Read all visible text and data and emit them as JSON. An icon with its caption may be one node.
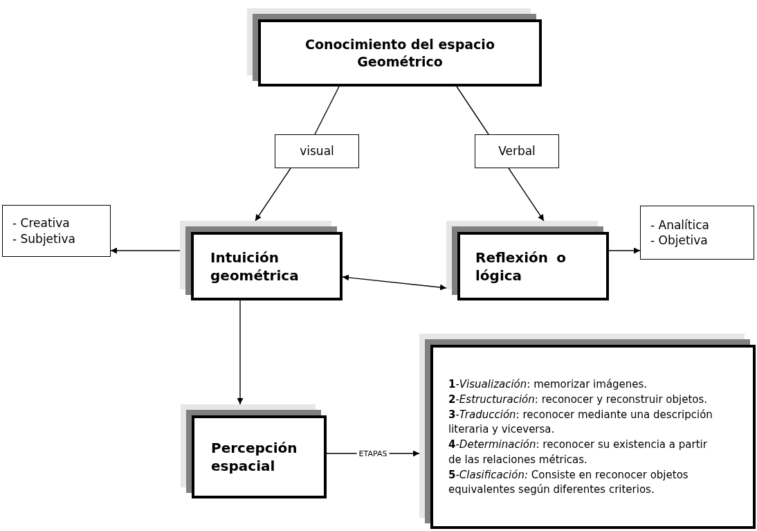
{
  "diagram": {
    "nodes": [
      {
        "text": [
          "Conocimiento del espacio Geométrico"
        ]
      },
      {
        "text": [
          "visual"
        ]
      },
      {
        "text": [
          "Verbal"
        ]
      },
      {
        "text": [
          "- Creativa",
          "- Subjetiva"
        ]
      },
      {
        "text": [
          "Intuición geométrica"
        ]
      },
      {
        "text": [
          "Reflexión o lógica"
        ]
      },
      {
        "text": [
          "- Analítica",
          "- Objetiva"
        ]
      },
      {
        "text": [
          "Percepción espacial"
        ]
      },
      {
        "text": [
          "**1**-*Visualización*: memorizar imágenes.",
          "**2**-*Estructuración*: reconocer y reconstruir objetos.",
          "**3**-*Traducción*: reconocer mediante una descripción literaria y viceversa.",
          "**4**-*Determinación*: reconocer su existencia a partir de las relaciones métricas.",
          "**5**-*Clasificación:* Consiste en reconocer objetos equivalentes según diferentes criterios."
        ]
      }
    ],
    "edges": [
      {
        "from": 0,
        "to": 1,
        "arrow": "none"
      },
      {
        "from": 1,
        "to": 4,
        "arrow": "to"
      },
      {
        "from": 0,
        "to": 2,
        "arrow": "none"
      },
      {
        "from": 2,
        "to": 5,
        "arrow": "to"
      },
      {
        "from": 4,
        "to": 3,
        "arrow": "to"
      },
      {
        "from": 4,
        "to": 5,
        "arrow": "both"
      },
      {
        "from": 5,
        "to": 6,
        "arrow": "to"
      },
      {
        "from": 4,
        "to": 7,
        "arrow": "to"
      },
      {
        "from": 7,
        "to": 8,
        "arrow": "to",
        "label": "ETAPAS"
      }
    ]
  }
}
